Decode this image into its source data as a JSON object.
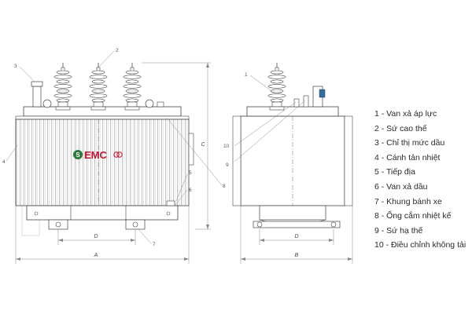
{
  "logo": {
    "text": "EMC",
    "brand_color": "#c8102e",
    "mark_color": "#2a7a3a"
  },
  "callouts": {
    "front": [
      "3",
      "2",
      "4",
      "5",
      "6",
      "7",
      "8"
    ],
    "side": [
      "1",
      "10",
      "9"
    ]
  },
  "dimensions": {
    "A": "A",
    "B": "B",
    "C": "C",
    "D_front": "D",
    "D_side": "D"
  },
  "legend": [
    "1 - Van xả áp lực",
    "2 - Sứ cao thế",
    "3 - Chỉ thị mức dầu",
    "4 - Cánh tản nhiệt",
    "5 - Tiếp địa",
    "6 - Van xả dầu",
    "7 - Khung bánh xe",
    "8 - Ống cắm nhiệt kế",
    "9 - Sứ hạ thế",
    "10 - Điều chỉnh không tải"
  ]
}
